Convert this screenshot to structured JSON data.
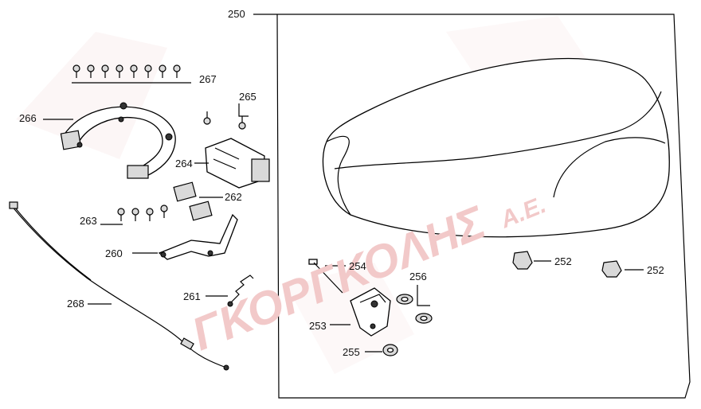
{
  "callouts": {
    "c250": "250",
    "c252a": "252",
    "c252b": "252",
    "c253": "253",
    "c254": "254",
    "c255": "255",
    "c256": "256",
    "c260": "260",
    "c261": "261",
    "c262": "262",
    "c263": "263",
    "c264": "264",
    "c265": "265",
    "c266": "266",
    "c267": "267",
    "c268": "268"
  },
  "watermark": {
    "brand": "ΓΚΟΡΓΚΟΛΗΣ",
    "suffix": "Α.Ε."
  },
  "colors": {
    "watermark_text": "#f2c9c9",
    "watermark_shape": "#f6e4e4",
    "line": "#000000"
  }
}
